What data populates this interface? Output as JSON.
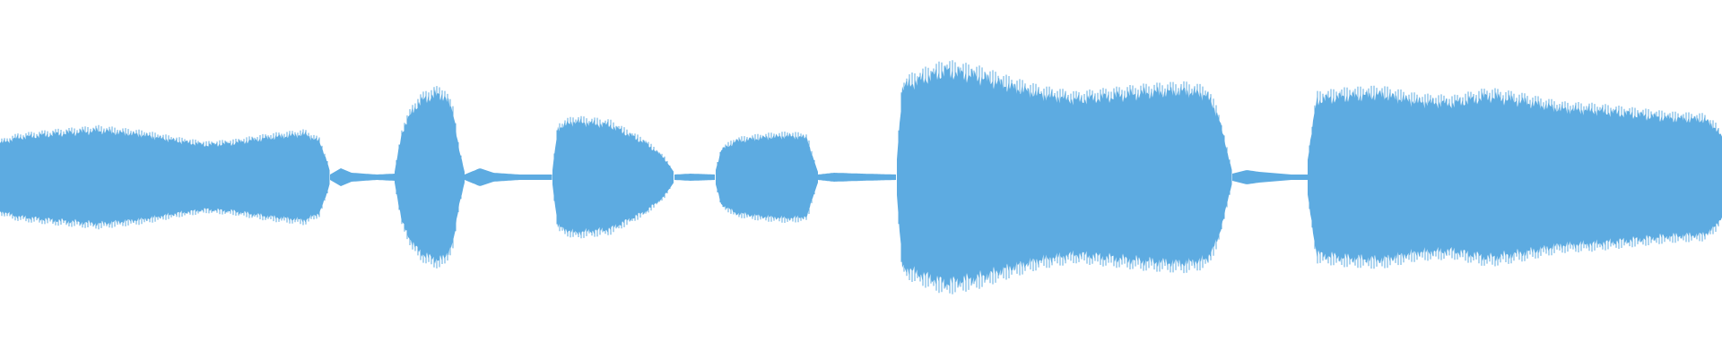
{
  "waveform": {
    "color": "#5DABE1",
    "background": "#FFFFFF",
    "shape": "symmetric-amplitude-envelope",
    "segments": [
      {
        "kind": "voiced",
        "label": "segment-1"
      },
      {
        "kind": "quiet",
        "label": "gap-1"
      },
      {
        "kind": "voiced",
        "label": "segment-2"
      },
      {
        "kind": "quiet",
        "label": "gap-2"
      },
      {
        "kind": "voiced",
        "label": "segment-3"
      },
      {
        "kind": "quiet",
        "label": "gap-3"
      },
      {
        "kind": "voiced",
        "label": "segment-4"
      },
      {
        "kind": "quiet",
        "label": "gap-4"
      },
      {
        "kind": "voiced",
        "label": "segment-5"
      },
      {
        "kind": "quiet",
        "label": "gap-5"
      },
      {
        "kind": "voiced",
        "label": "segment-6"
      }
    ]
  }
}
